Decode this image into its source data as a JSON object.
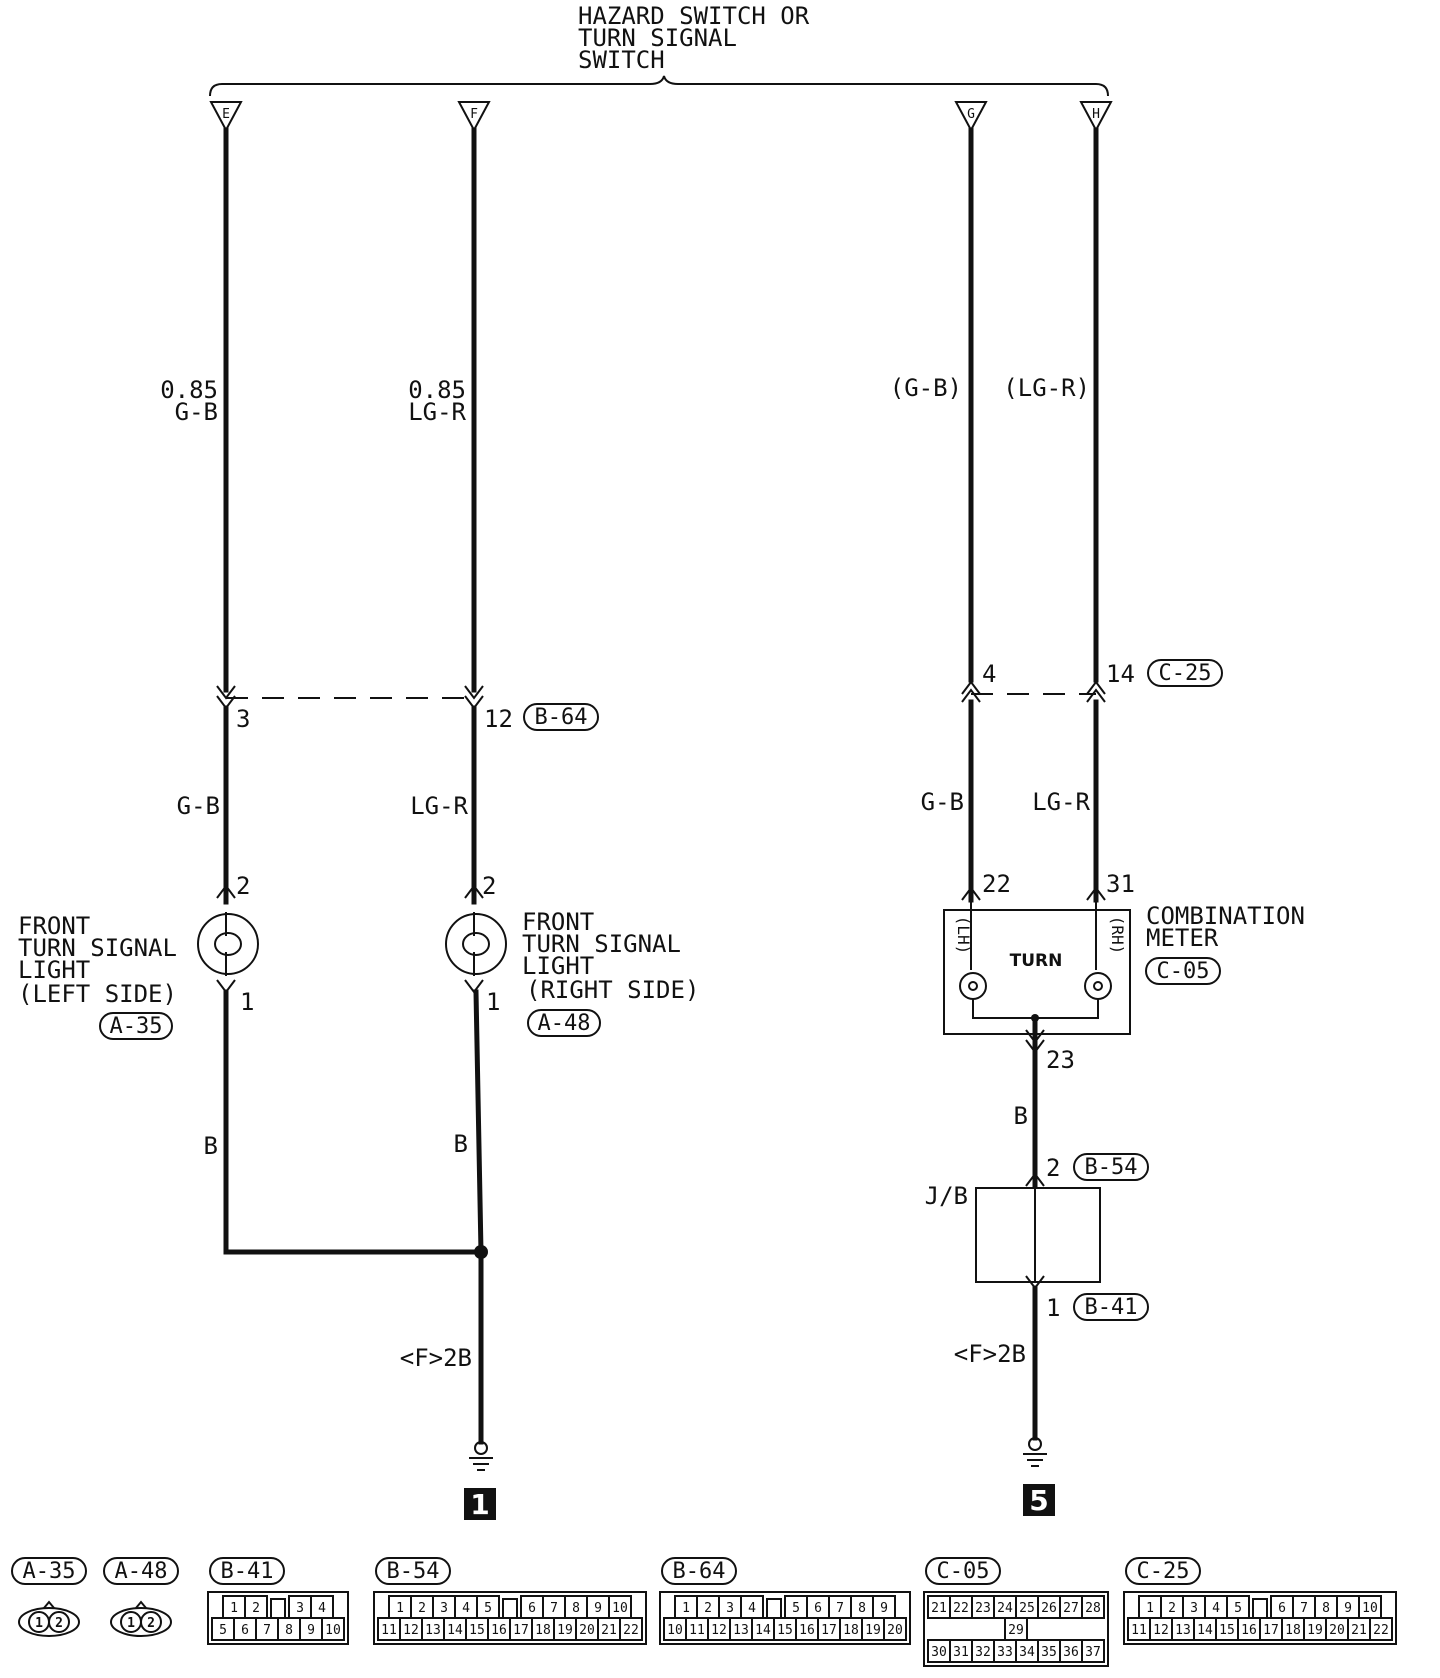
{
  "title": [
    "HAZARD SWITCH OR",
    "TURN SIGNAL",
    "SWITCH"
  ],
  "terminals": [
    "E",
    "F",
    "G",
    "H"
  ],
  "wires": {
    "left_upper": [
      "0.85",
      "G-B"
    ],
    "right_upper": [
      "0.85",
      "LG-R"
    ],
    "gb_paren": "(G-B)",
    "lgr_paren": "(LG-R)",
    "left_mid": "G-B",
    "right_mid": "LG-R",
    "meter_left": "G-B",
    "meter_right": "LG-R",
    "left_lower": "B",
    "right_lower": "B",
    "meter_lower": "B",
    "ground_wire_1": "<F>2B",
    "ground_wire_5": "<F>2B"
  },
  "pins": {
    "b64_left": "3",
    "b64_right": "12",
    "c25_left": "4",
    "c25_right": "14",
    "lamp_left_top": "2",
    "lamp_left_bottom": "1",
    "lamp_right_top": "2",
    "lamp_right_bottom": "1",
    "meter_lh": "22",
    "meter_rh": "31",
    "meter_gnd": "23",
    "jb_top": "2",
    "jb_bottom": "1"
  },
  "connectors": {
    "b64": "B-64",
    "c25": "C-25",
    "a35": "A-35",
    "a48": "A-48",
    "c05": "C-05",
    "b54": "B-54",
    "b41": "B-41"
  },
  "components": {
    "left_light": [
      "FRONT",
      "TURN SIGNAL",
      "LIGHT",
      "(LEFT SIDE)"
    ],
    "right_light": [
      "FRONT",
      "TURN SIGNAL",
      "LIGHT",
      "(RIGHT SIDE)"
    ],
    "meter": [
      "COMBINATION",
      "METER"
    ],
    "meter_inner": "TURN",
    "meter_lh": "(LH)",
    "meter_rh": "(RH)",
    "jb": "J/B"
  },
  "grounds": [
    "1",
    "5"
  ],
  "legend": [
    {
      "label": "A-35",
      "type": "round",
      "pins": [
        "1",
        "2"
      ]
    },
    {
      "label": "A-48",
      "type": "round",
      "pins": [
        "1",
        "2"
      ]
    },
    {
      "label": "B-41",
      "type": "grid",
      "rows": [
        [
          "1",
          "2",
          "",
          "3",
          "4"
        ],
        [
          "5",
          "6",
          "7",
          "8",
          "9",
          "10"
        ]
      ]
    },
    {
      "label": "B-54",
      "type": "grid",
      "rows": [
        [
          "1",
          "2",
          "3",
          "4",
          "5",
          "",
          "6",
          "7",
          "8",
          "9",
          "10"
        ],
        [
          "11",
          "12",
          "13",
          "14",
          "15",
          "16",
          "17",
          "18",
          "19",
          "20",
          "21",
          "22"
        ]
      ]
    },
    {
      "label": "B-64",
      "type": "grid",
      "rows": [
        [
          "1",
          "2",
          "3",
          "4",
          "",
          "5",
          "6",
          "7",
          "8",
          "9"
        ],
        [
          "10",
          "11",
          "12",
          "13",
          "14",
          "15",
          "16",
          "17",
          "18",
          "19",
          "20"
        ]
      ]
    },
    {
      "label": "C-05",
      "type": "grid",
      "rows": [
        [
          "21",
          "22",
          "23",
          "24",
          "25",
          "26",
          "27",
          "28"
        ],
        [
          "29"
        ],
        [
          "30",
          "31",
          "32",
          "33",
          "34",
          "35",
          "36",
          "37"
        ]
      ]
    },
    {
      "label": "C-25",
      "type": "grid",
      "rows": [
        [
          "1",
          "2",
          "3",
          "4",
          "5",
          "",
          "6",
          "7",
          "8",
          "9",
          "10"
        ],
        [
          "11",
          "12",
          "13",
          "14",
          "15",
          "16",
          "17",
          "18",
          "19",
          "20",
          "21",
          "22"
        ]
      ]
    }
  ]
}
